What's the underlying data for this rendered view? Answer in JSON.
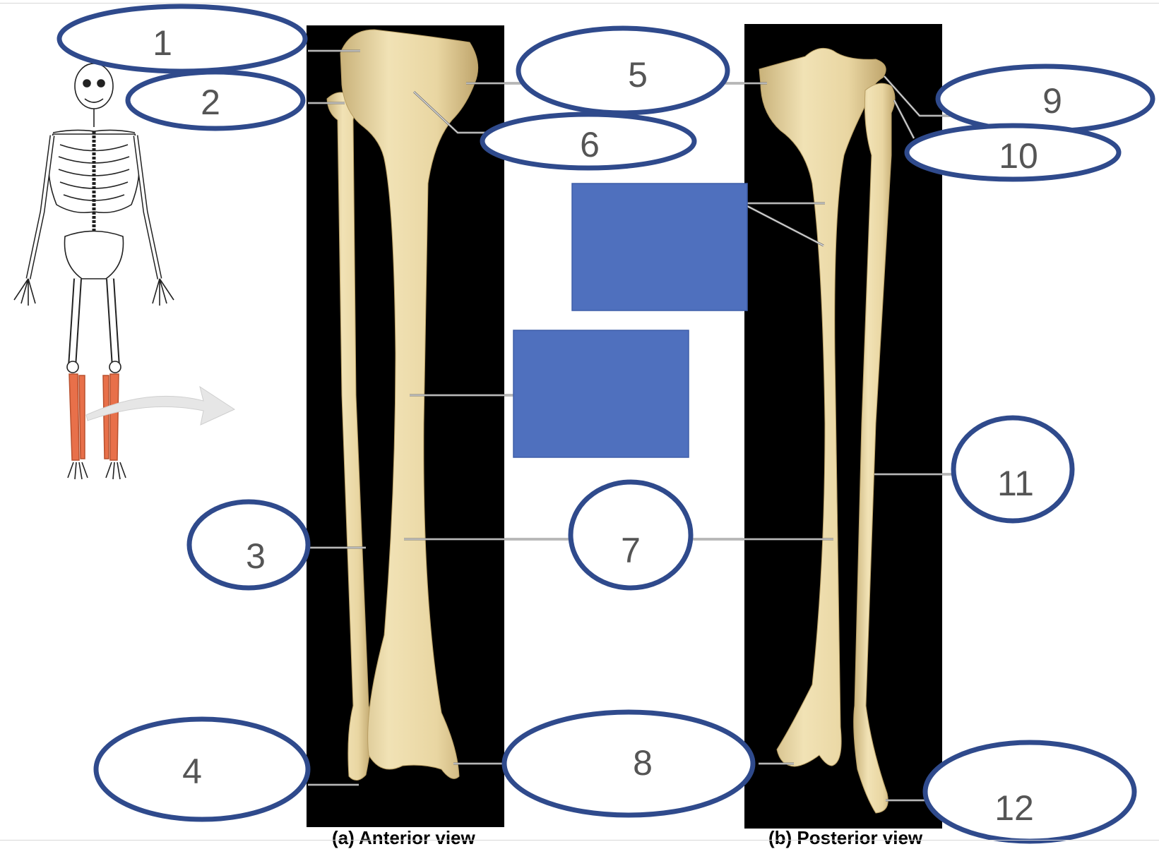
{
  "labels": [
    "1",
    "2",
    "3",
    "4",
    "5",
    "6",
    "7",
    "8",
    "9",
    "10",
    "11",
    "12"
  ],
  "captions": {
    "anterior": "(a) Anterior view",
    "posterior": "(b) Posterior view"
  },
  "colors": {
    "oval_stroke": "#2f4a8c",
    "answer_box": "#4f70be",
    "bone": "#ead7a3",
    "highlight": "#e8704a",
    "panel": "#000000"
  }
}
